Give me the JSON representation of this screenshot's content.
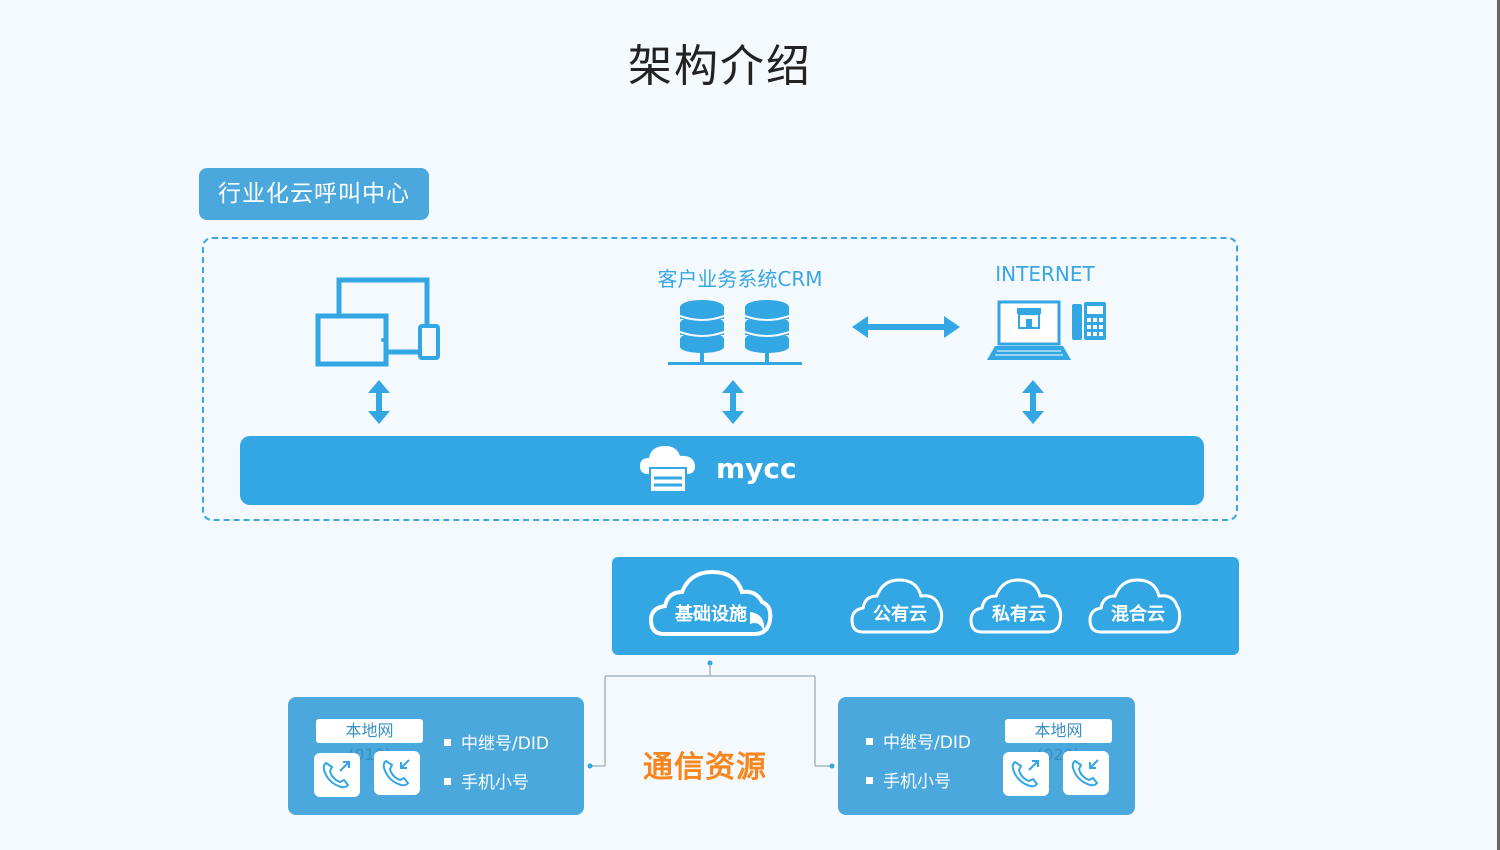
{
  "title": "架构介绍",
  "section_tag": "行业化云呼叫中心",
  "top_row": {
    "crm_label": "客户业务系统CRM",
    "internet_label": "INTERNET"
  },
  "mycc_label": "mycc",
  "clouds": [
    {
      "label": "基础设施"
    },
    {
      "label": "公有云"
    },
    {
      "label": "私有云"
    },
    {
      "label": "混合云"
    }
  ],
  "comm_label": "通信资源",
  "left_network": {
    "local_tag": "本地网(010)",
    "bullets": [
      "中继号/DID",
      "手机小号"
    ]
  },
  "right_network": {
    "local_tag": "本地网(020)",
    "bullets": [
      "中继号/DID",
      "手机小号"
    ]
  },
  "colors": {
    "primary_blue": "#33a7e3",
    "tag_blue": "#4aa8dd",
    "accent_orange": "#f7861e",
    "background": "#f3f9fd"
  },
  "icons": [
    "devices-icon",
    "database-icon",
    "double-arrow-icon",
    "laptop-store-icon",
    "desk-phone-icon",
    "cloud-server-icon",
    "cloud-icon",
    "phone-outgoing-icon",
    "phone-incoming-icon"
  ]
}
